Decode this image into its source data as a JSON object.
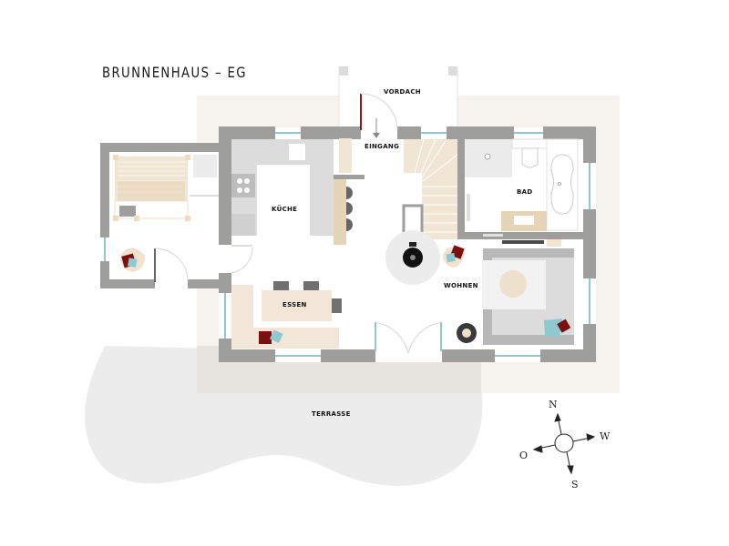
{
  "plan": {
    "title": "BRUNNENHAUS – EG",
    "rooms": {
      "vordach": "VORDACH",
      "eingang": "EINGANG",
      "kueche": "KÜCHE",
      "essen": "ESSEN",
      "bad": "BAD",
      "wohnen": "WOHNEN",
      "terrasse": "TERRASSE"
    },
    "compass": {
      "north": "N",
      "south": "S",
      "east": "O",
      "west": "W"
    },
    "colors": {
      "wall": "#9e9e9d",
      "window": "#8ec9cf",
      "plot": "#f6f3ef",
      "terrace": "#ececec",
      "wood": "#ede1cd",
      "counter": "#dcdcdc",
      "accent_red": "#7a1010",
      "accent_blue": "#8ec9cf"
    }
  }
}
